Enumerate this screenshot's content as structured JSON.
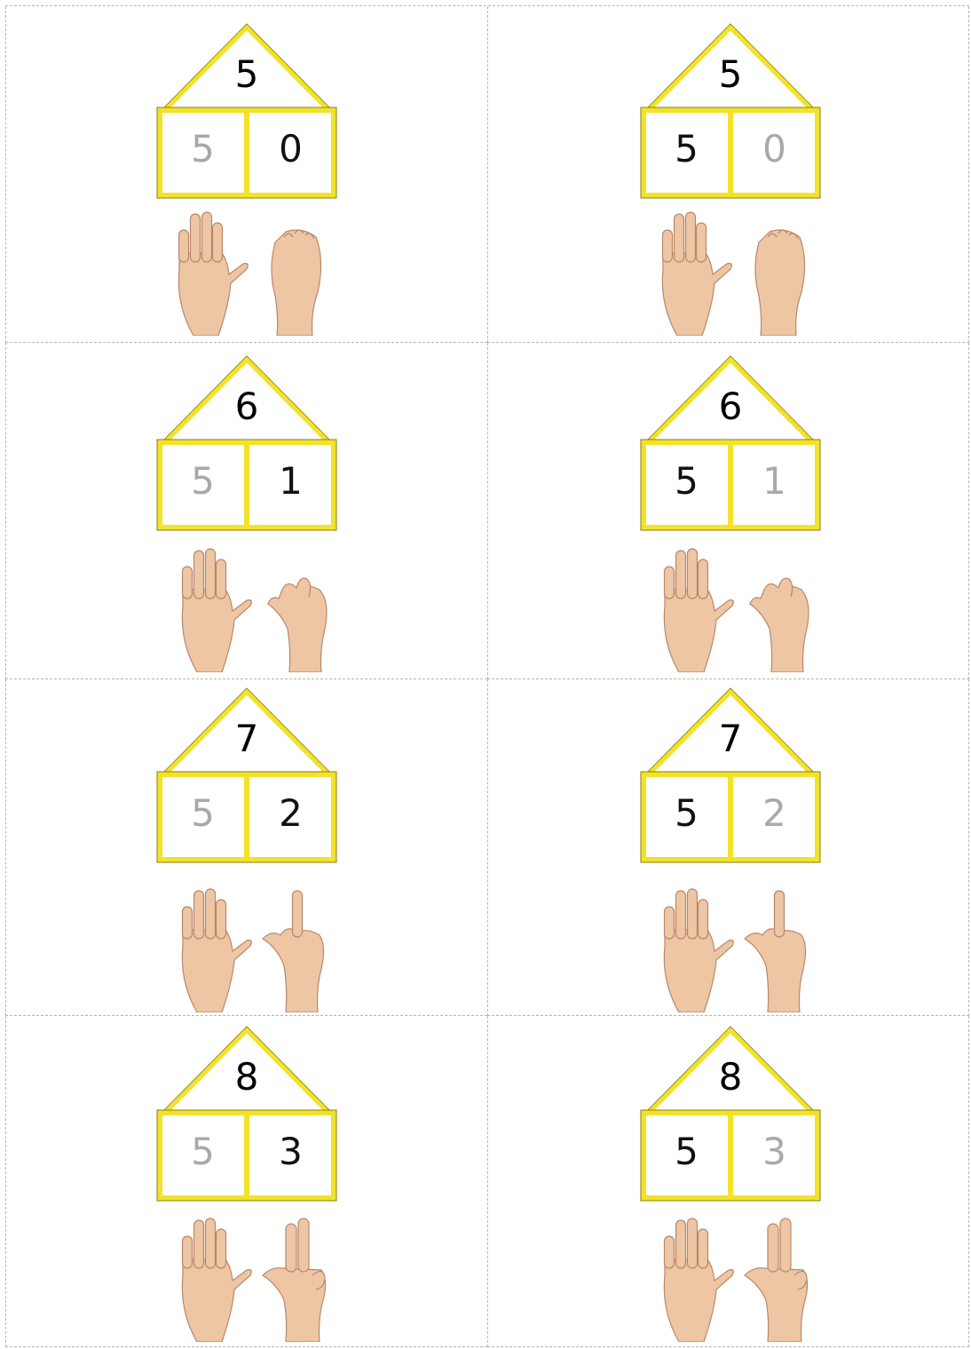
{
  "colors": {
    "house_outline": "#f3e22a",
    "house_outline_dark": "#8a7d10",
    "digit_dark": "#111111",
    "digit_light": "#a9a9a9",
    "skin": "#eec6a4",
    "skin_line": "#b8876a"
  },
  "cards": [
    {
      "roof": "5",
      "left": "5",
      "right": "0",
      "left_style": "light",
      "right_style": "dark",
      "right_hand": "fist-icon"
    },
    {
      "roof": "5",
      "left": "5",
      "right": "0",
      "left_style": "dark",
      "right_style": "light",
      "right_hand": "fist-icon"
    },
    {
      "roof": "6",
      "left": "5",
      "right": "1",
      "left_style": "light",
      "right_style": "dark",
      "right_hand": "thumb-up-hand-icon"
    },
    {
      "roof": "6",
      "left": "5",
      "right": "1",
      "left_style": "dark",
      "right_style": "light",
      "right_hand": "thumb-up-hand-icon"
    },
    {
      "roof": "7",
      "left": "5",
      "right": "2",
      "left_style": "light",
      "right_style": "dark",
      "right_hand": "two-finger-hand-icon"
    },
    {
      "roof": "7",
      "left": "5",
      "right": "2",
      "left_style": "dark",
      "right_style": "light",
      "right_hand": "two-finger-hand-icon"
    },
    {
      "roof": "8",
      "left": "5",
      "right": "3",
      "left_style": "light",
      "right_style": "dark",
      "right_hand": "three-finger-hand-icon"
    },
    {
      "roof": "8",
      "left": "5",
      "right": "3",
      "left_style": "dark",
      "right_style": "light",
      "right_hand": "three-finger-hand-icon"
    }
  ]
}
